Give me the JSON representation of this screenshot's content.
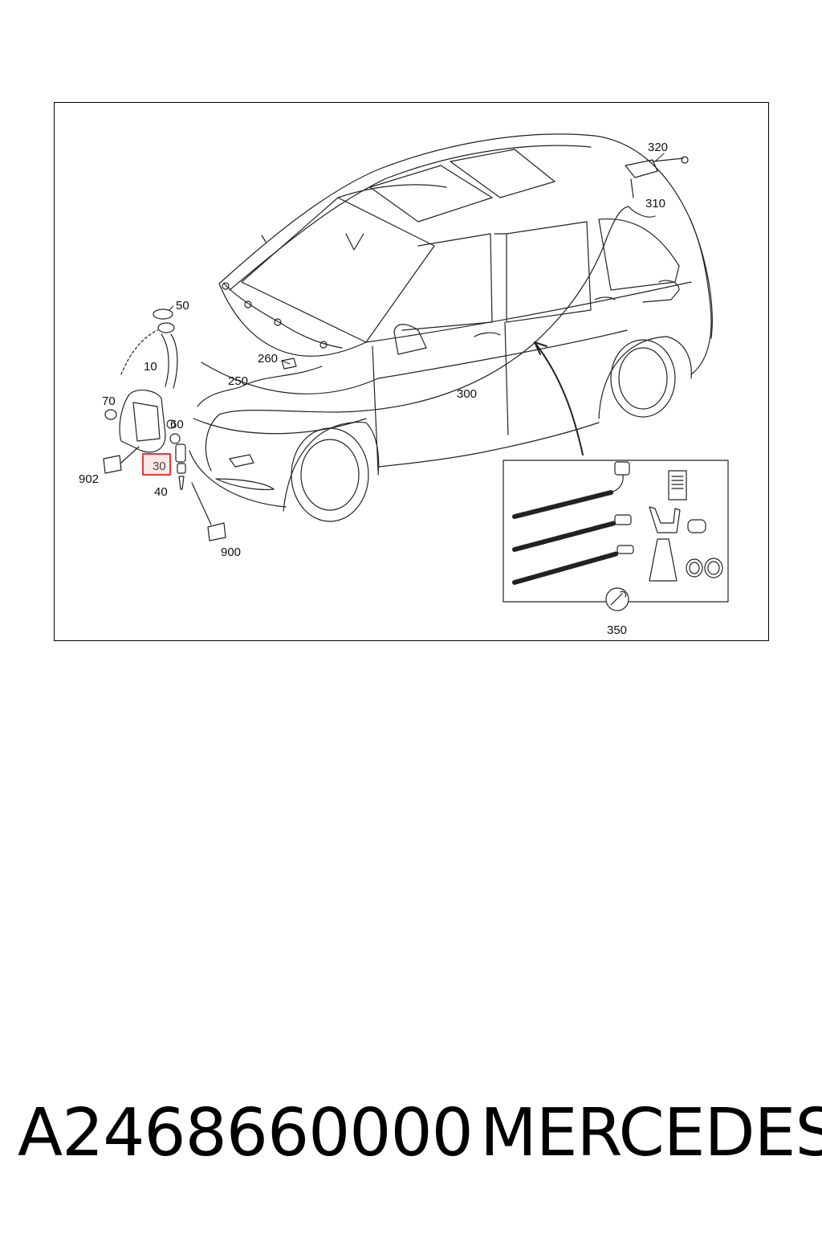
{
  "diagram": {
    "callouts": {
      "p10": "10",
      "p30": "30",
      "p40": "40",
      "p50": "50",
      "p60": "60",
      "p70": "70",
      "p250": "250",
      "p260": "260",
      "p300": "300",
      "p310": "310",
      "p320": "320",
      "p350": "350",
      "p900": "900",
      "p902": "902"
    },
    "highlighted_callout": "30",
    "highlight_color": "#e53935"
  },
  "footer": {
    "part_number": "A2468660000",
    "brand": "MERCEDES"
  }
}
